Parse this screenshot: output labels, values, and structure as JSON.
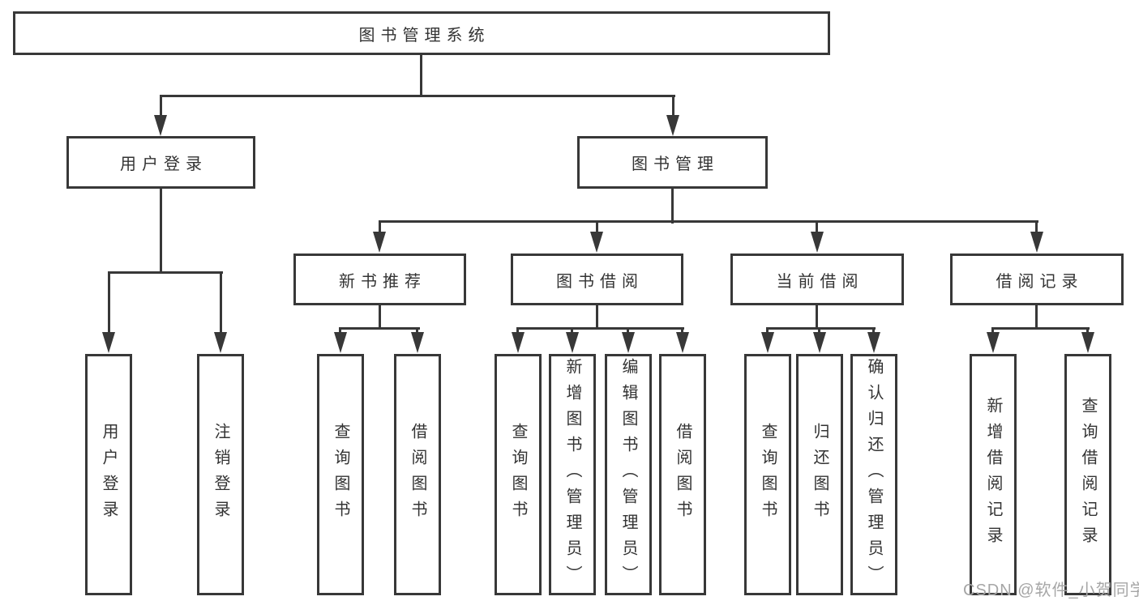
{
  "diagram": {
    "root": {
      "label": "图书管理系统"
    },
    "level2": [
      {
        "label": "用户登录"
      },
      {
        "label": "图书管理"
      }
    ],
    "level3": [
      {
        "label": "新书推荐"
      },
      {
        "label": "图书借阅"
      },
      {
        "label": "当前借阅"
      },
      {
        "label": "借阅记录"
      }
    ],
    "leaves": {
      "login": [
        "用户登录",
        "注销登录"
      ],
      "recommend": [
        "查询图书",
        "借阅图书"
      ],
      "borrow": [
        "查询图书",
        "新增图书（管理员）",
        "编辑图书（管理员）",
        "借阅图书"
      ],
      "current": [
        "查询图书",
        "归还图书",
        "确认归还（管理员）"
      ],
      "records": [
        "新增借阅记录",
        "查询借阅记录"
      ]
    },
    "watermark": "CSDN @软件_小贺同学",
    "colors": {
      "line": "#383838",
      "text": "#333333",
      "watermark": "#a6a6a6",
      "background": "#ffffff"
    }
  }
}
